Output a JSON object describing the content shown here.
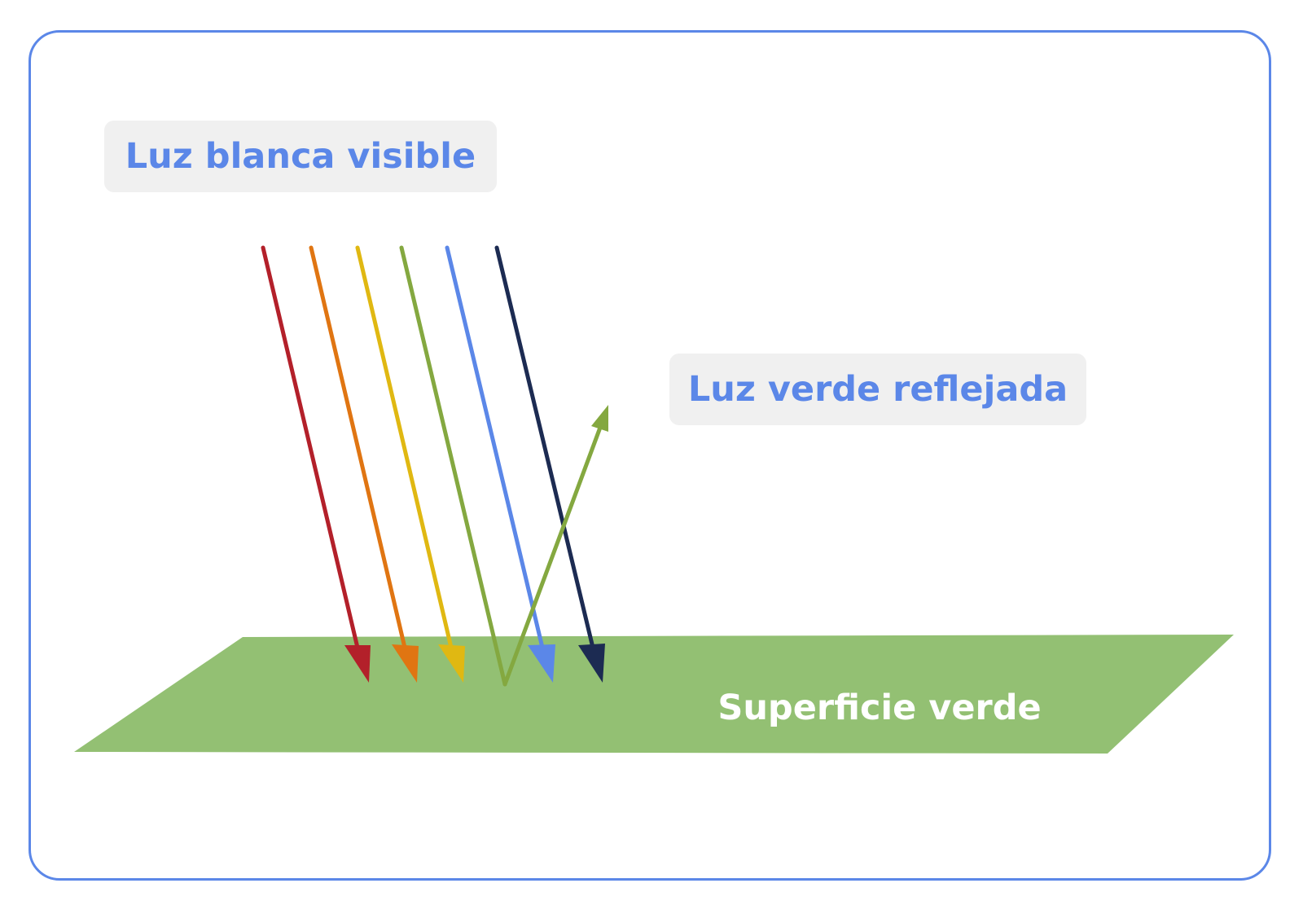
{
  "labels": {
    "white_light": "Luz blanca visible",
    "green_reflected": "Luz verde reflejada",
    "surface": "Superficie verde"
  },
  "colors": {
    "frame": "#5b87e8",
    "label_text": "#5b87e8",
    "label_background": "#f0f0f0",
    "surface": "#93c073",
    "surface_text": "#ffffff",
    "ray_red": "#b3202a",
    "ray_orange": "#e07512",
    "ray_yellow": "#e0b812",
    "ray_green": "#84a840",
    "ray_blue": "#5b87e8",
    "ray_navy": "#1c2b52"
  },
  "rays": [
    {
      "color": "#b3202a",
      "type": "incident"
    },
    {
      "color": "#e07512",
      "type": "incident"
    },
    {
      "color": "#e0b812",
      "type": "incident"
    },
    {
      "color": "#84a840",
      "type": "incident"
    },
    {
      "color": "#5b87e8",
      "type": "incident"
    },
    {
      "color": "#1c2b52",
      "type": "incident"
    },
    {
      "color": "#84a840",
      "type": "reflected"
    }
  ]
}
